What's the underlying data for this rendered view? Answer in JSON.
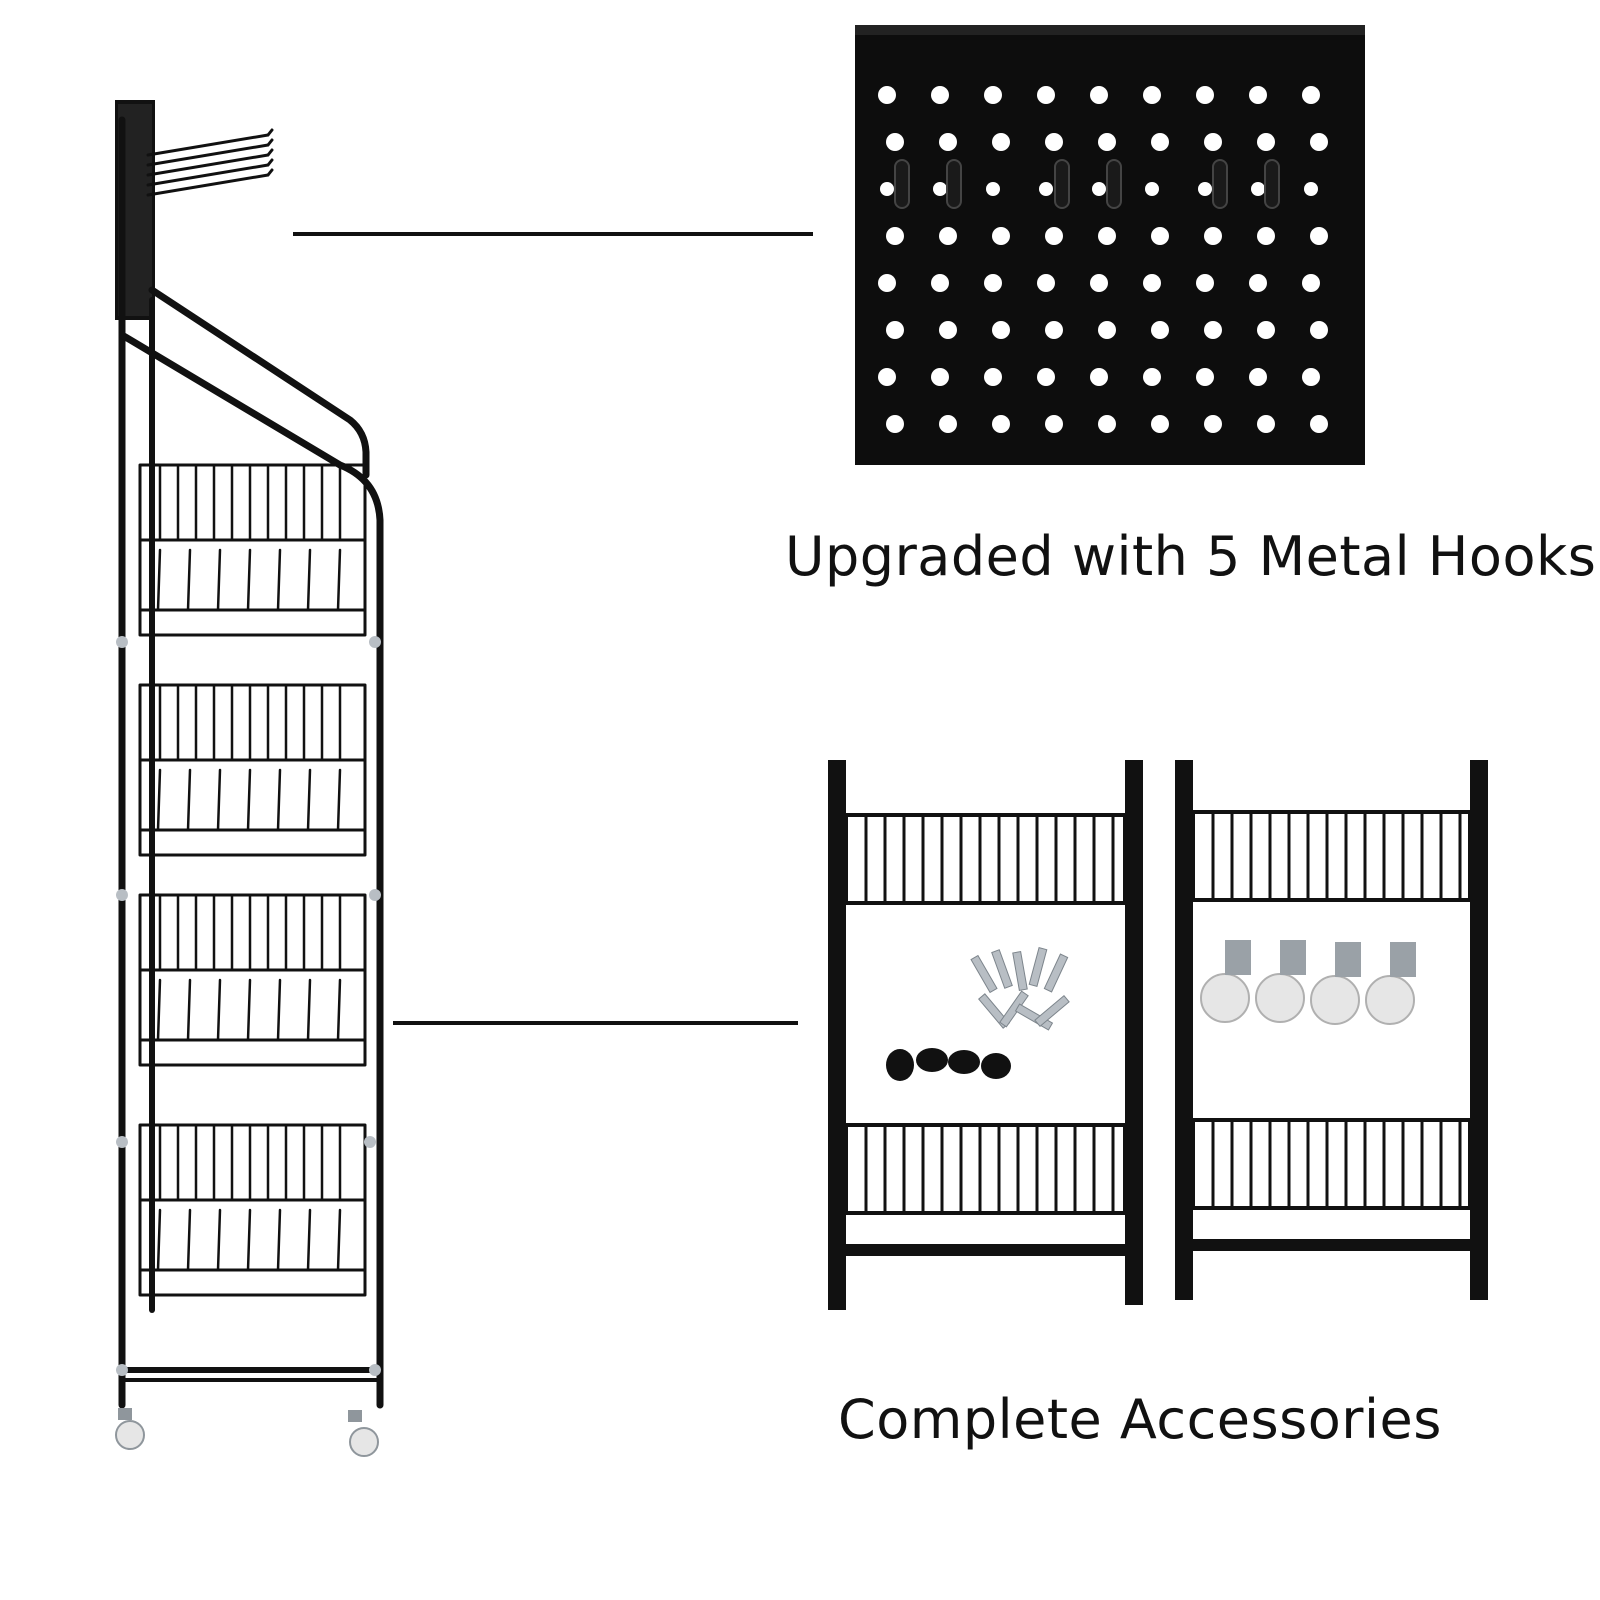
{
  "captions": {
    "hooks": "Upgraded with 5 Metal Hooks",
    "accessories": "Complete Accessories"
  },
  "colors": {
    "background": "#ffffff",
    "metal": "#111111",
    "hardware": "#b8bec4",
    "caster_wheel": "#e6e6e6"
  },
  "icons": {
    "rack": "storage-rack-side-illustration",
    "pegboard": "pegboard-closeup-illustration",
    "frames": "side-frame-panels-illustration",
    "screws": "screw-set-illustration",
    "casters": "caster-wheel-set-illustration",
    "feet": "leveling-feet-illustration"
  }
}
